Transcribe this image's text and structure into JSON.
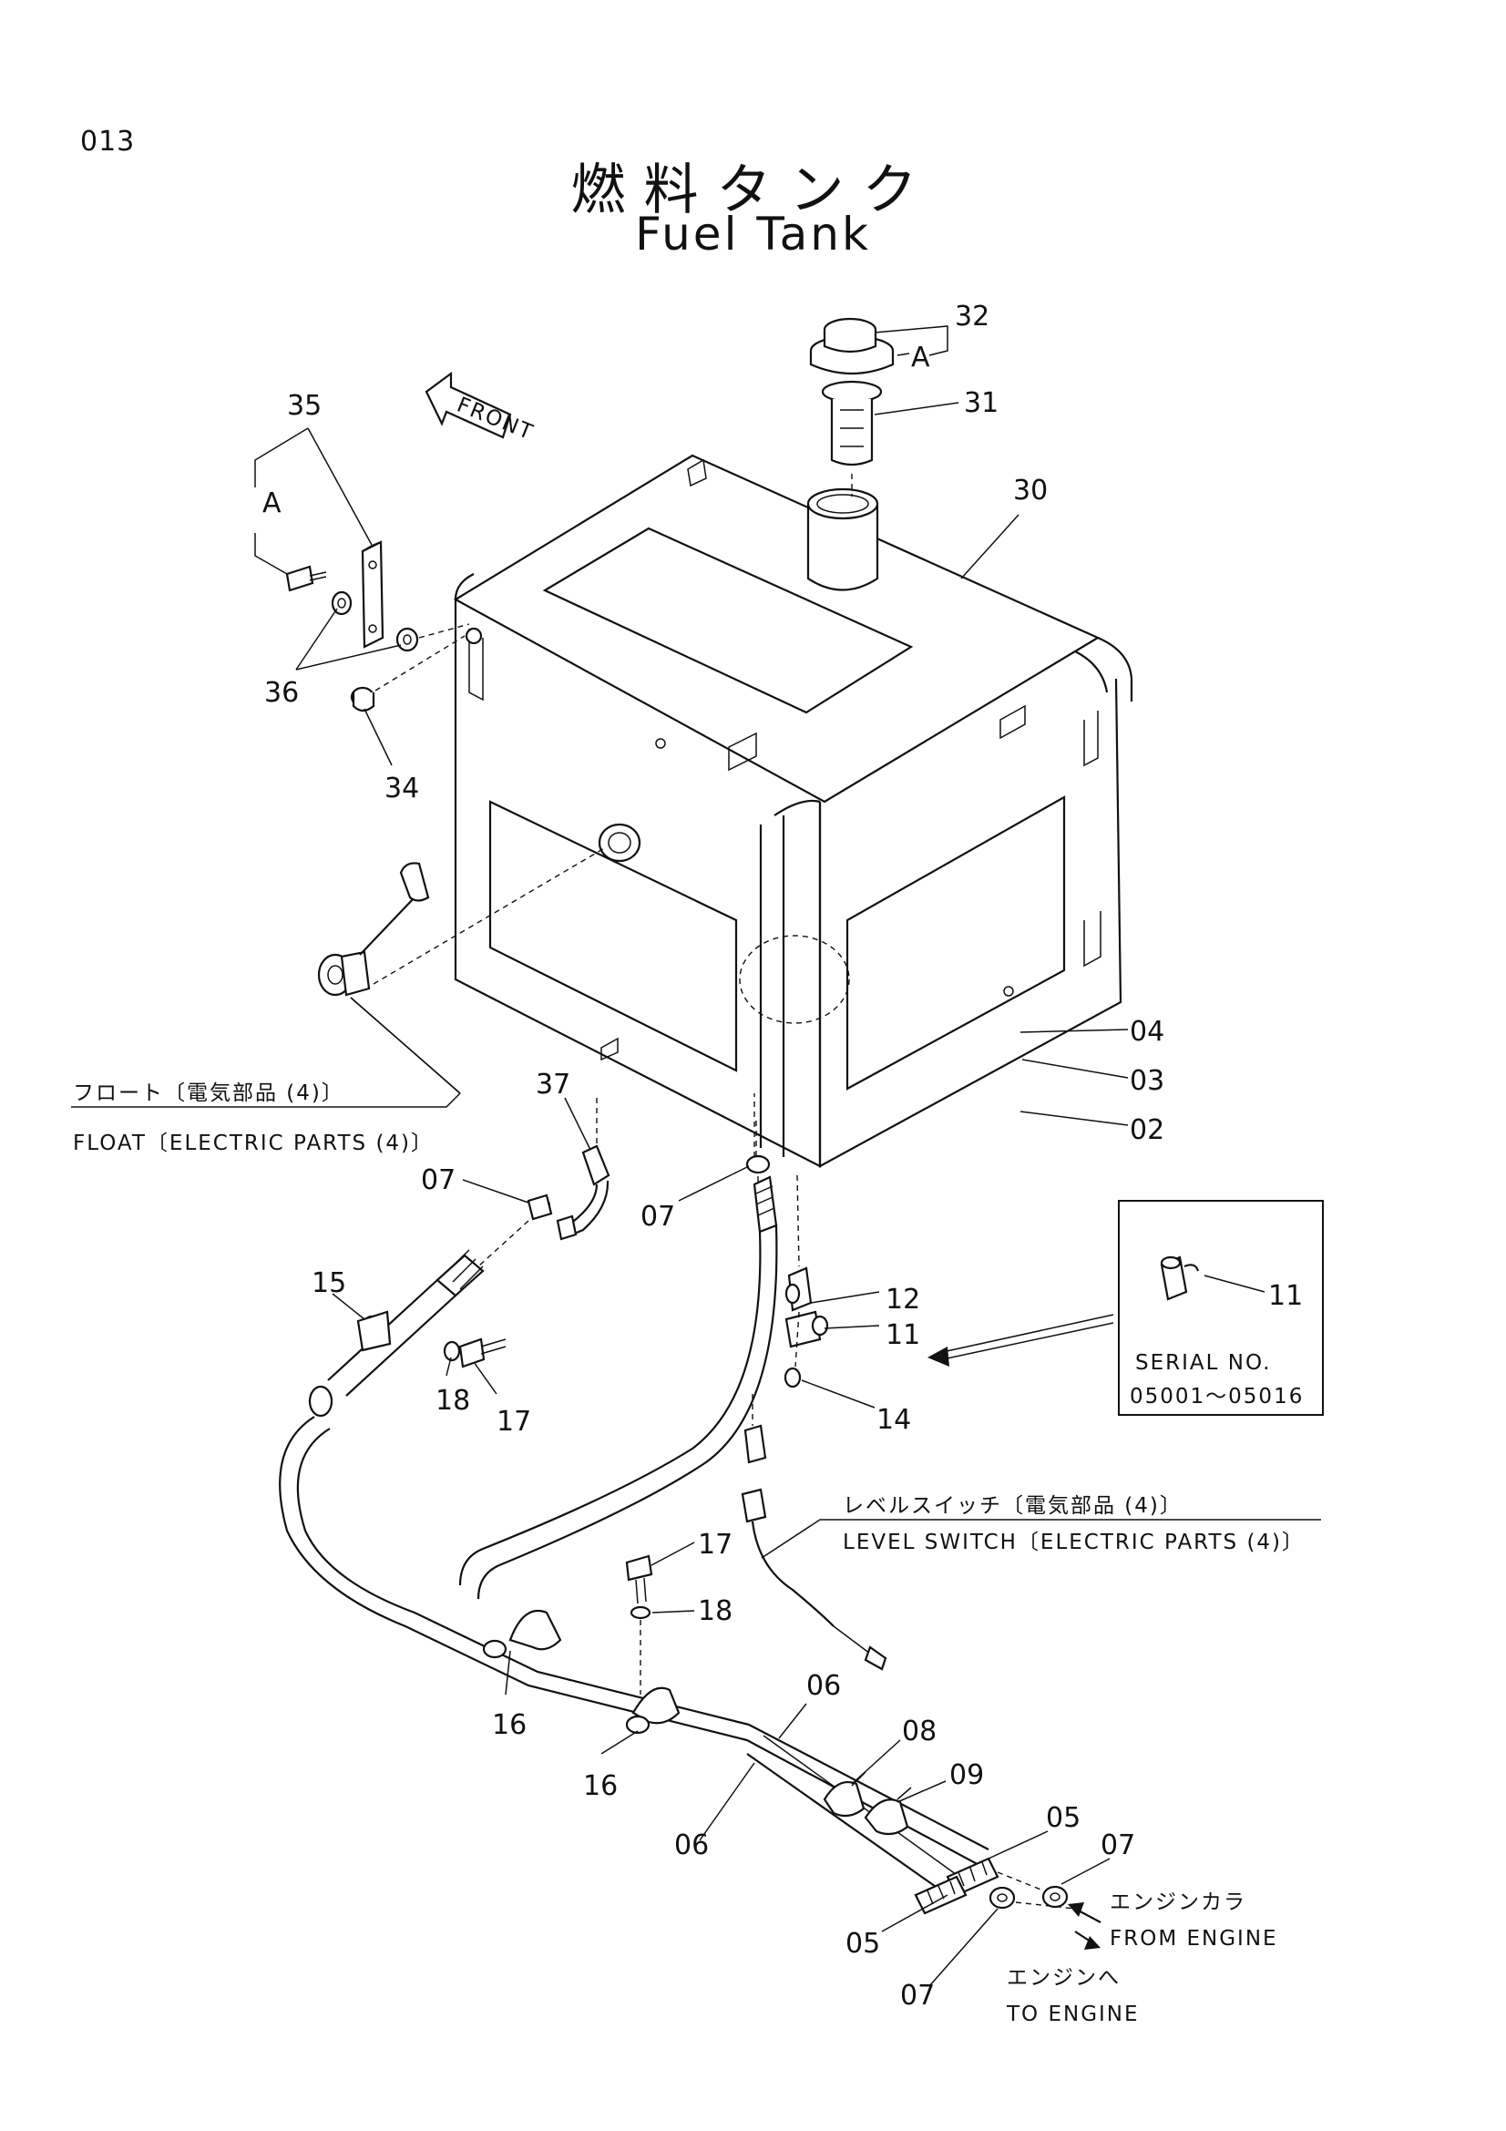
{
  "page_number": "013",
  "title_jp": "燃料タンク",
  "title_en": "Fuel Tank",
  "front_label": "FRONT",
  "callouts": {
    "c32": "32",
    "cA1": "A",
    "c31": "31",
    "c30": "30",
    "c35": "35",
    "cA2": "A",
    "c36": "36",
    "c34": "34",
    "c04": "04",
    "c03": "03",
    "c02": "02",
    "c37": "37",
    "c07a": "07",
    "c07b": "07",
    "c15": "15",
    "c18a": "18",
    "c17a": "17",
    "c12": "12",
    "c11": "11",
    "c14": "14",
    "c17b": "17",
    "c18b": "18",
    "c16a": "16",
    "c16b": "16",
    "c06a": "06",
    "c06b": "06",
    "c08": "08",
    "c09": "09",
    "c05a": "05",
    "c05b": "05",
    "c07c": "07",
    "c07d": "07",
    "inset_11": "11"
  },
  "inset": {
    "serial_label": "SERIAL  NO.",
    "serial_range": "05001～05016"
  },
  "notes": {
    "float_jp": "フロート〔電気部品 (4)〕",
    "float_en": "FLOAT〔ELECTRIC  PARTS (4)〕",
    "level_jp": "レベルスイッチ〔電気部品 (4)〕",
    "level_en": "LEVEL  SWITCH〔ELECTRIC  PARTS (4)〕",
    "from_engine_jp": "エンジンカラ",
    "from_engine_en": "FROM  ENGINE",
    "to_engine_jp": "エンジンへ",
    "to_engine_en": "TO  ENGINE"
  }
}
